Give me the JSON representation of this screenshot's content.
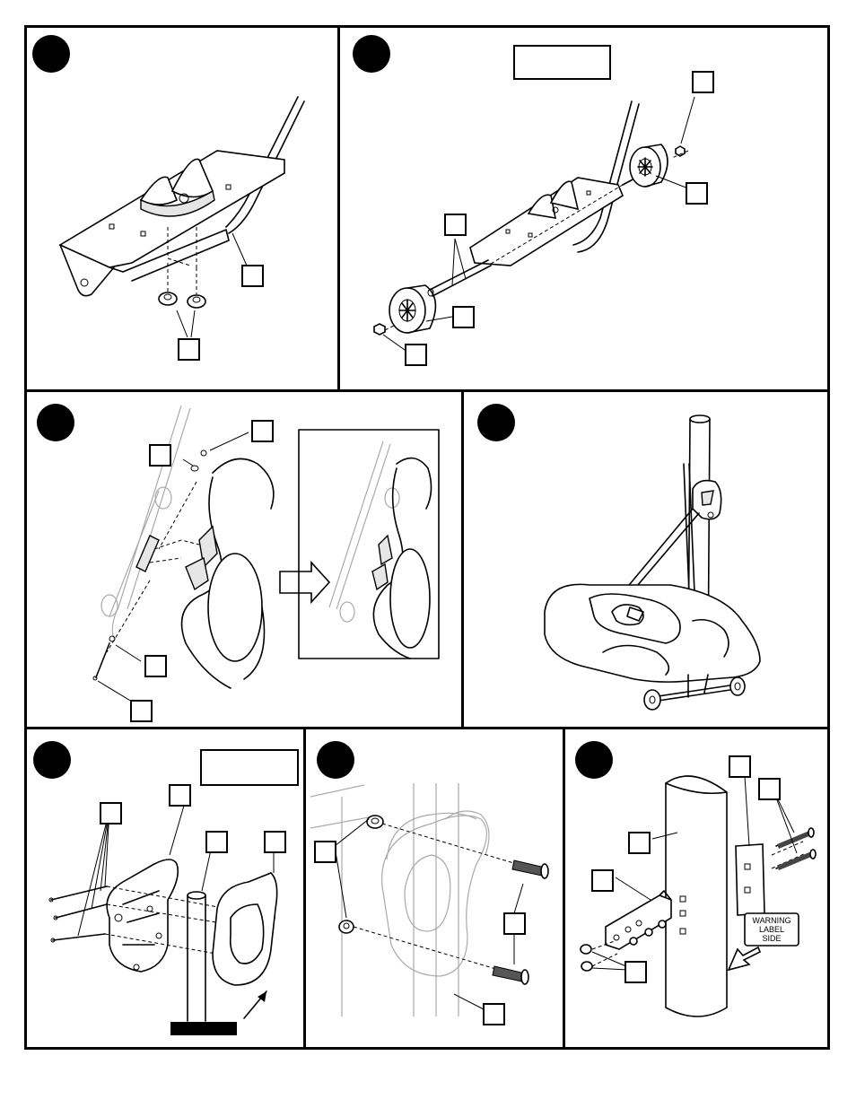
{
  "panels": [
    {
      "id": "step-1"
    },
    {
      "id": "step-2"
    },
    {
      "id": "step-3"
    },
    {
      "id": "step-4"
    },
    {
      "id": "step-5"
    },
    {
      "id": "step-6"
    },
    {
      "id": "step-7"
    }
  ],
  "warning_label": {
    "line1": "WARNING",
    "line2": "LABEL",
    "line3": "SIDE"
  },
  "colors": {
    "ink": "#000000",
    "ghost": "#aaaaaa",
    "paper": "#ffffff"
  }
}
